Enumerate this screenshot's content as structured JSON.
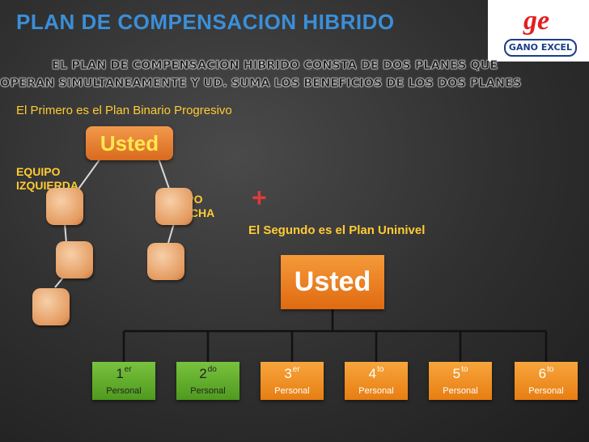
{
  "header": {
    "title": "PLAN DE COMPENSACION HIBRIDO",
    "logo_text": "GANO EXCEL"
  },
  "intro": {
    "line1": "EL PLAN DE COMPENSACION HIBRIDO CONSTA DE DOS PLANES QUE",
    "line2": "OPERAN SIMULTANEAMENTE Y UD. SUMA LOS BENEFICIOS DE LOS DOS PLANES"
  },
  "binary_plan": {
    "caption": "El Primero es el Plan Binario Progresivo",
    "root_label": "Usted",
    "left_team": [
      "EQUIPO",
      "IZQUIERDA"
    ],
    "right_team": [
      "EQUIPO",
      "DERECHA"
    ]
  },
  "plus": "+",
  "unilevel_plan": {
    "caption": "El Segundo es el Plan Uninivel",
    "root_label": "Usted",
    "levels": [
      {
        "num": "1",
        "suffix": "er",
        "label": "Personal",
        "color": "green"
      },
      {
        "num": "2",
        "suffix": "do",
        "label": "Personal",
        "color": "green"
      },
      {
        "num": "3",
        "suffix": "er",
        "label": "Personal",
        "color": "orange"
      },
      {
        "num": "4",
        "suffix": "to",
        "label": "Personal",
        "color": "orange"
      },
      {
        "num": "5",
        "suffix": "to",
        "label": "Personal",
        "color": "orange"
      },
      {
        "num": "6",
        "suffix": "to",
        "label": "Personal",
        "color": "orange"
      }
    ]
  },
  "colors": {
    "title": "#3a8fd9",
    "caption": "#ffcc33",
    "plus": "#e03a3a",
    "green_level": "#5fa82a",
    "orange_level": "#ee8a1e"
  }
}
